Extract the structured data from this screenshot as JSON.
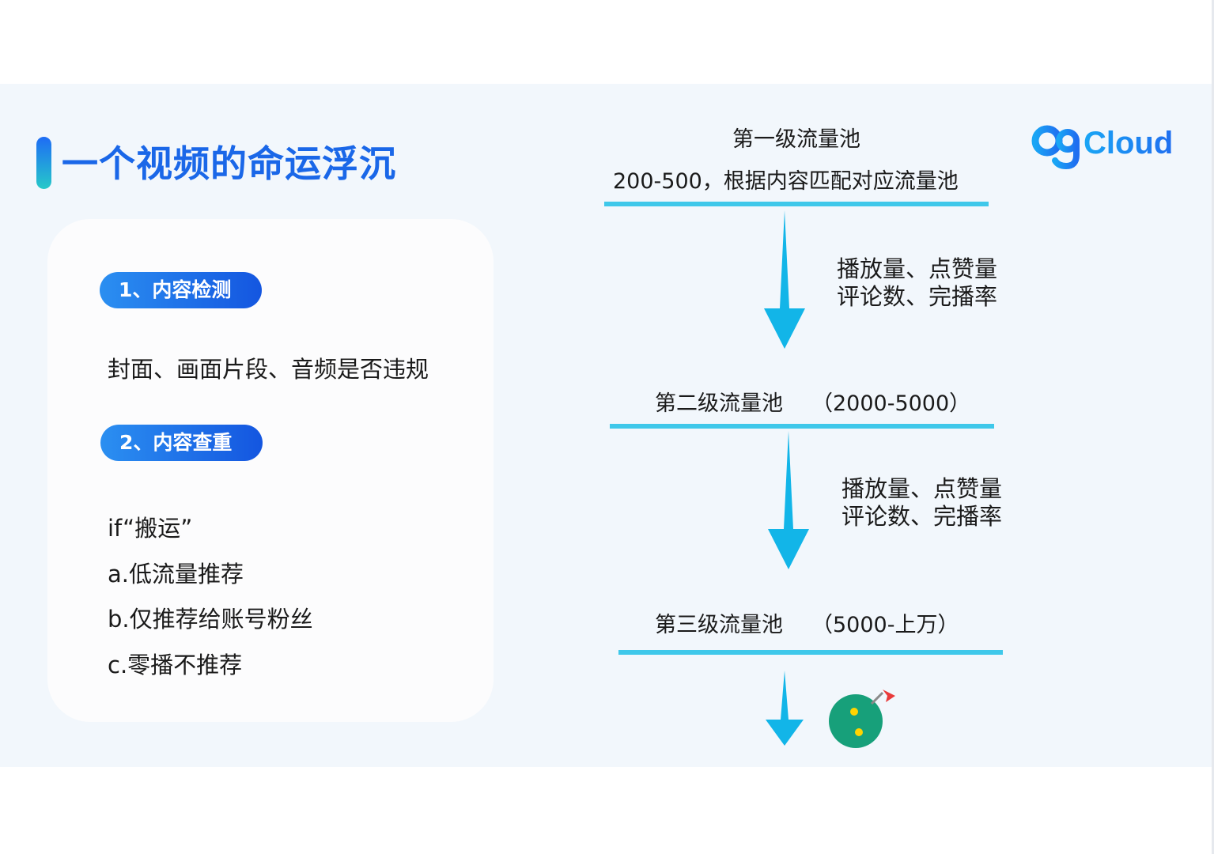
{
  "title": "一个视频的命运浮沉",
  "logo_text": "OgCloud",
  "left_card": {
    "section1_label": "1、内容检测",
    "section1_text": "封面、画面片段、音频是否违规",
    "section2_label": "2、内容查重",
    "condition": "if“搬运”",
    "options": [
      "a.低流量推荐",
      "b.仅推荐给账号粉丝",
      "c.零播不推荐"
    ]
  },
  "flow": {
    "pool1_name": "第一级流量池",
    "pool1_range": "200-500，根据内容匹配对应流量池",
    "metrics1_line1": "播放量、点赞量",
    "metrics1_line2": "评论数、完播率",
    "pool2_name": "第二级流量池",
    "pool2_range": "（2000-5000）",
    "metrics2_line1": "播放量、点赞量",
    "metrics2_line2": "评论数、完播率",
    "pool3_name": "第三级流量池",
    "pool3_range": "（5000-上万）"
  },
  "colors": {
    "title": "#1a67e8",
    "pill_start": "#2b8ff1",
    "pill_end": "#1456e0",
    "flow_line": "#3fc8ea",
    "arrow": "#12b5e8",
    "badge_green": "#17a07a",
    "badge_dot": "#ffd400",
    "flag_red": "#e93a3a"
  }
}
